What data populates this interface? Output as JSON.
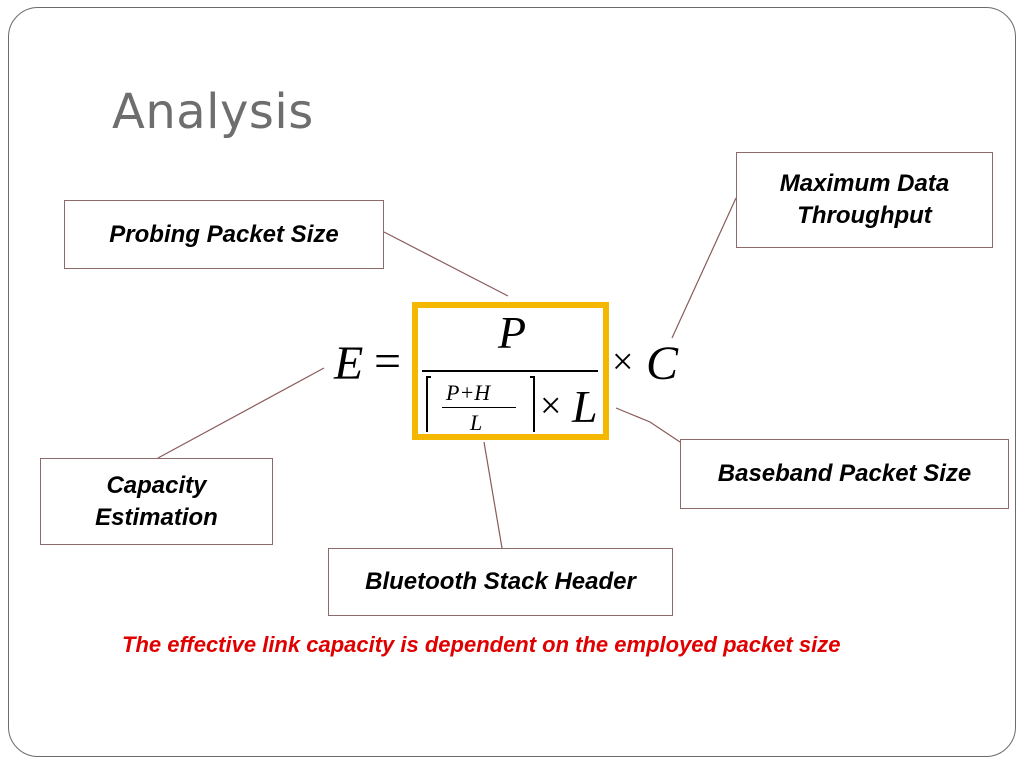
{
  "slide": {
    "title": "Analysis"
  },
  "callouts": {
    "probing": "Probing Packet Size",
    "maximum_line1": "Maximum Data",
    "maximum_line2": "Throughput",
    "capacity_line1": "Capacity",
    "capacity_line2": "Estimation",
    "baseband": "Baseband Packet Size",
    "bluetooth": "Bluetooth Stack Header"
  },
  "equation": {
    "lhs": "E",
    "equals": "=",
    "numerator": "P",
    "inner_numerator": "P+H",
    "inner_denominator": "L",
    "times": "×",
    "denominator_factor": "L",
    "rhs_factor": "C"
  },
  "footnote": "The effective link capacity is dependent on the employed packet size",
  "colors": {
    "highlight": "#f5b800",
    "footnote": "#e00000",
    "connector": "#8a5a5a"
  }
}
